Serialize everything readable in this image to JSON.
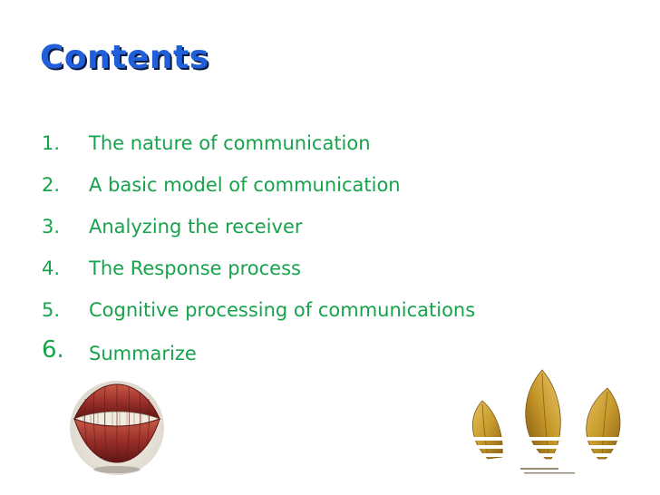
{
  "slide": {
    "title": "Contents",
    "items": [
      {
        "number": "1.",
        "label": "The nature of communication"
      },
      {
        "number": "2.",
        "label": "A basic model of communication"
      },
      {
        "number": "3.",
        "label": "Analyzing the receiver"
      },
      {
        "number": "4.",
        "label": "The Response process"
      },
      {
        "number": "5.",
        "label": "Cognitive processing of communications"
      },
      {
        "number": "6.",
        "label": "Summarize"
      }
    ]
  },
  "graphics": {
    "left_image_icon": "lips-graphic",
    "right_image_icon": "leaf-logo-graphic"
  },
  "colors": {
    "title": "#1f5fd9",
    "list_text": "#16a34a"
  }
}
